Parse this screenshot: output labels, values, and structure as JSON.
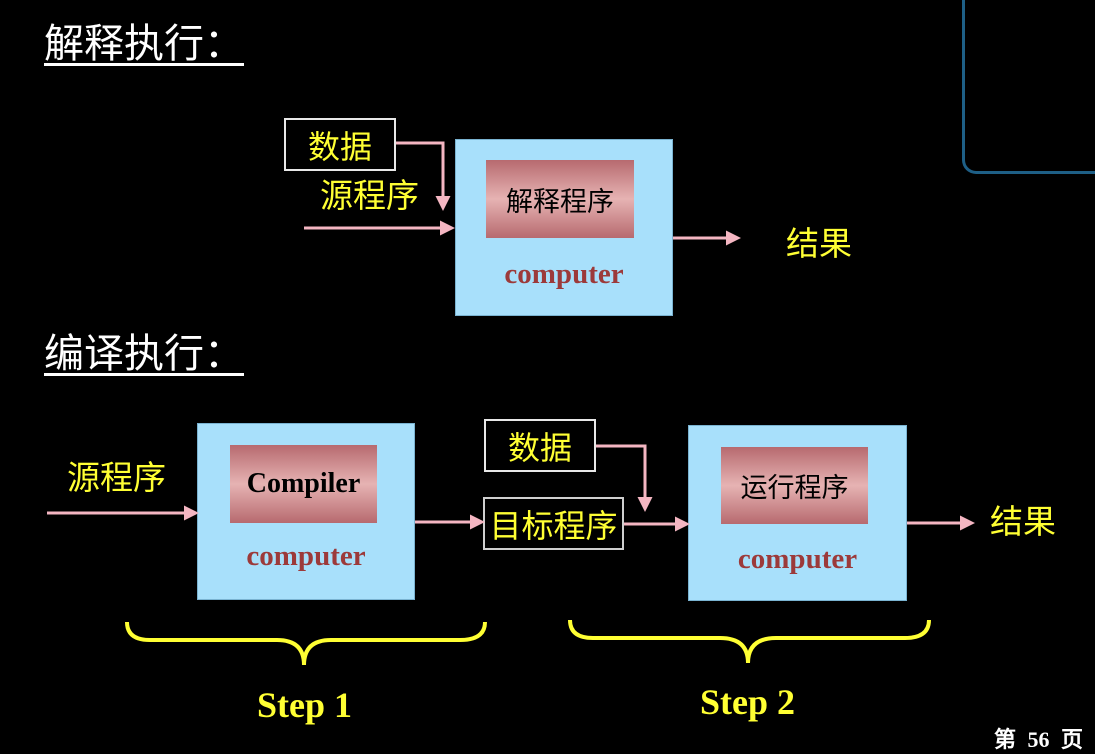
{
  "interpret": {
    "heading": "解释执行：",
    "data_label": "数据",
    "source_label": "源程序",
    "program_label": "解释程序",
    "computer_label": "computer",
    "result_label": "结果"
  },
  "compile": {
    "heading": "编译执行：",
    "source_label": "源程序",
    "compiler_label": "Compiler",
    "computer1_label": "computer",
    "data_label": "数据",
    "object_label": "目标程序",
    "run_label": "运行程序",
    "computer2_label": "computer",
    "result_label": "结果",
    "step1_label": "Step 1",
    "step2_label": "Step 2"
  },
  "footer": {
    "prefix": "第",
    "page": "56",
    "suffix": "页"
  },
  "colors": {
    "background": "#000000",
    "label_yellow": "#ffff33",
    "computer_blue": "#a8e0fb",
    "arrow_pink": "#f4b6c2",
    "computer_text": "#9c3a3a",
    "brace_yellow": "#ffff33"
  }
}
